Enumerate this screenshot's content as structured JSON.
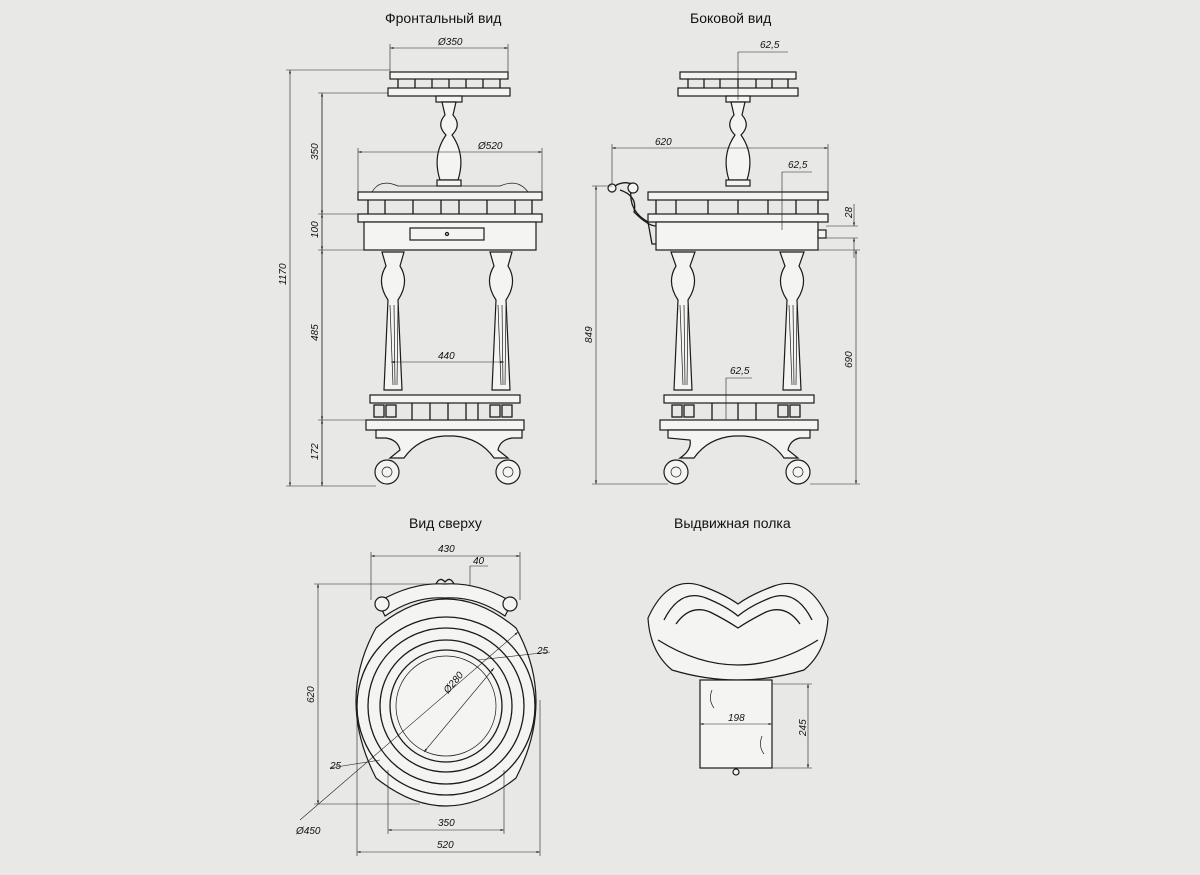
{
  "titles": {
    "front": "Фронтальный вид",
    "side": "Боковой вид",
    "top": "Вид сверху",
    "drawer": "Выдвижная полка"
  },
  "front_dims": {
    "d350": "Ø350",
    "d520": "Ø520",
    "h350": "350",
    "h100": "100",
    "h1170": "1170",
    "h485": "485",
    "w440": "440",
    "h172": "172"
  },
  "side_dims": {
    "t62a": "62,5",
    "w620": "620",
    "t62b": "62,5",
    "h28": "28",
    "h849": "849",
    "h690": "690",
    "t62c": "62,5"
  },
  "top_dims": {
    "w430": "430",
    "w40": "40",
    "r25a": "25",
    "d280": "Ø280",
    "h620": "620",
    "r25b": "25",
    "d450": "Ø450",
    "w350": "350",
    "w520": "520"
  },
  "drawer_dims": {
    "w198": "198",
    "h245": "245"
  }
}
